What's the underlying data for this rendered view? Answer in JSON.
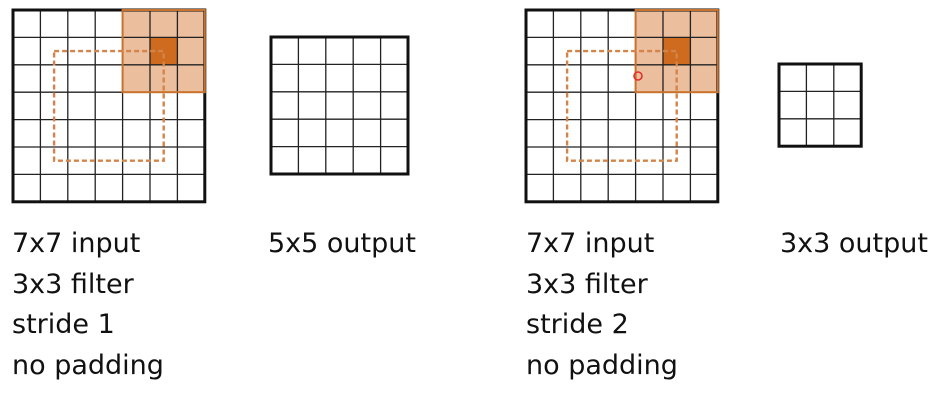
{
  "panels": [
    {
      "caption": [
        "7x7 input",
        "3x3 filter",
        "stride 1",
        "no padding"
      ],
      "output_caption": "5x5 output",
      "input_size": 7,
      "filter_size": 3,
      "stride": 1,
      "output_size": 5
    },
    {
      "caption": [
        "7x7 input",
        "3x3 filter",
        "stride 2",
        "no padding"
      ],
      "output_caption": "3x3 output",
      "input_size": 7,
      "filter_size": 3,
      "stride": 2,
      "output_size": 3
    }
  ],
  "colors": {
    "filter_fill": "#e9b792",
    "filter_center": "#cf6b1f",
    "filter_border": "#c8722e",
    "dashed_outline": "#d3844a",
    "grid_line": "#222222",
    "cursor_ring": "#e03030"
  }
}
